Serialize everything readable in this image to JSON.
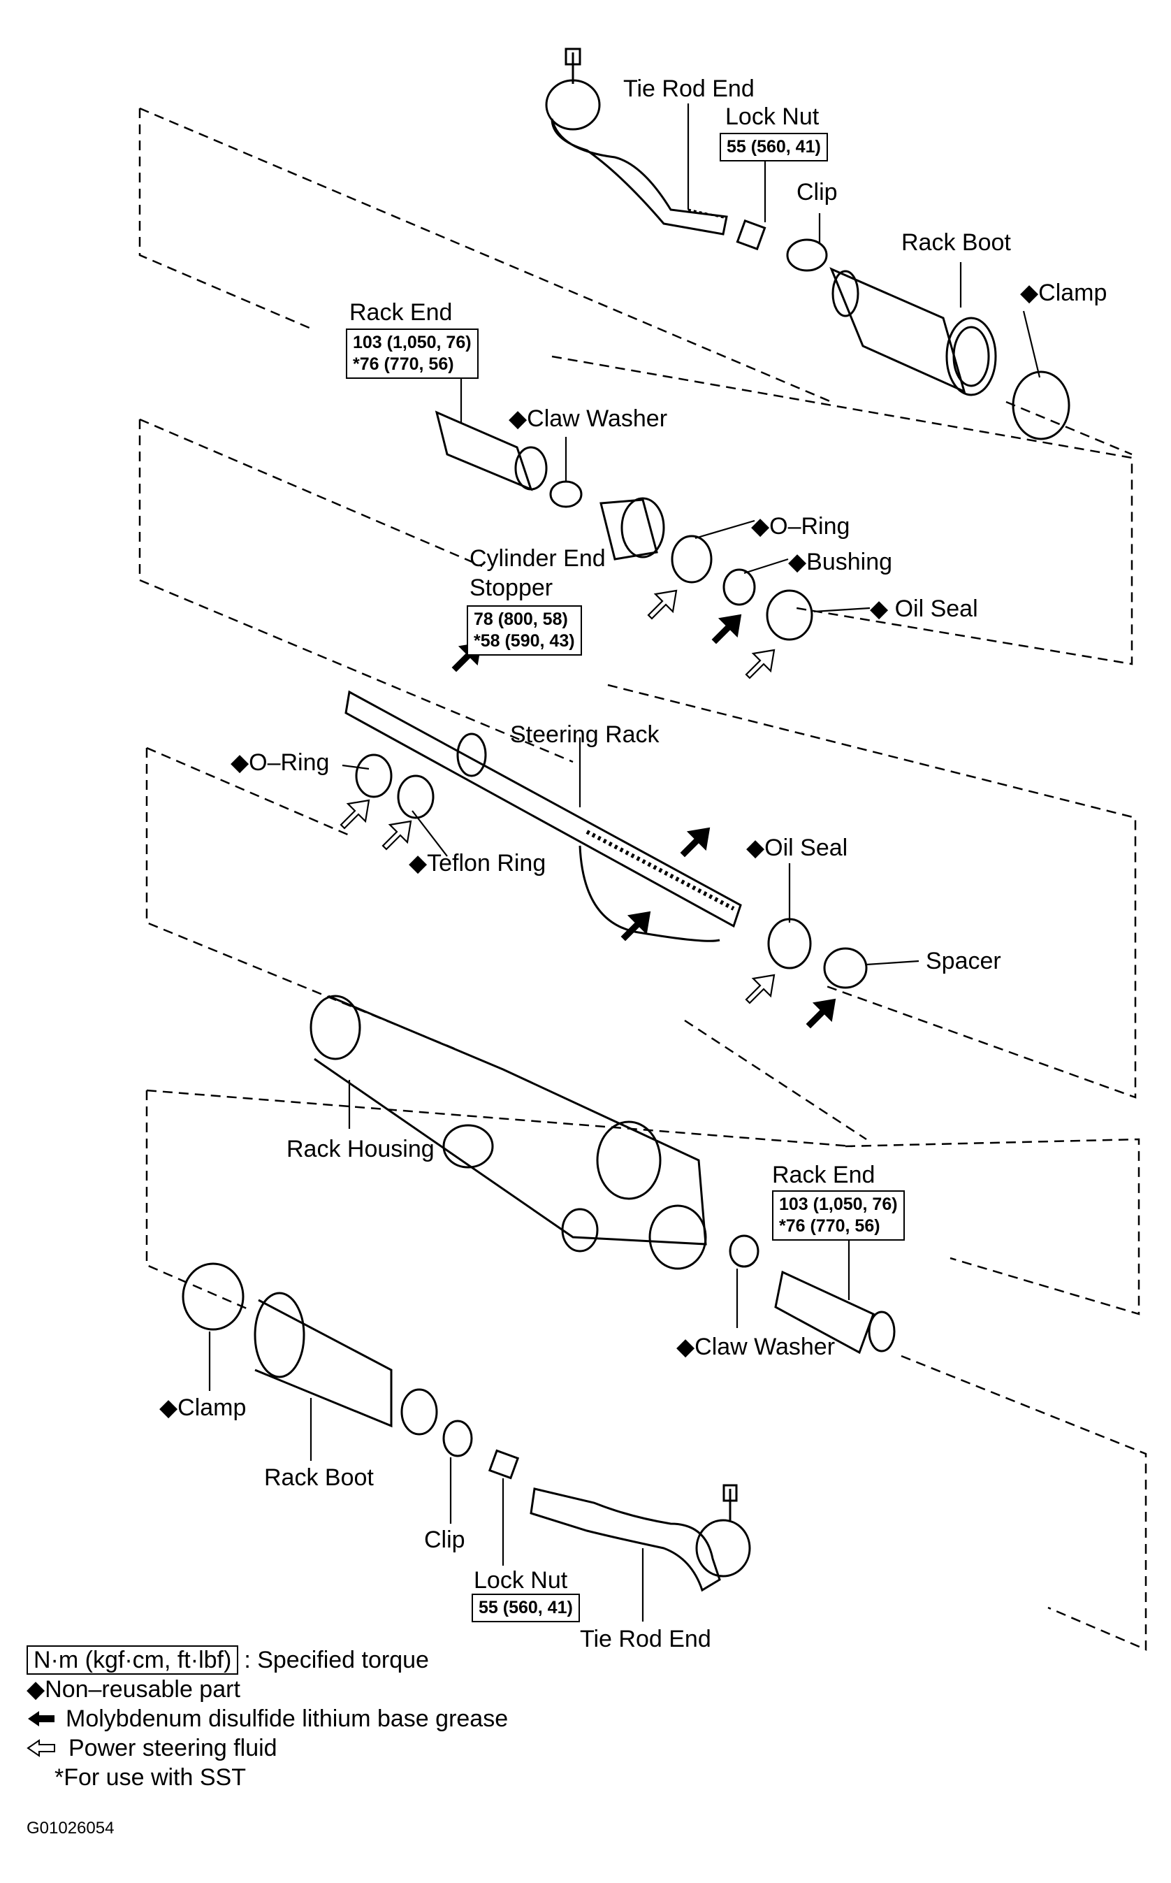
{
  "labels": {
    "tie_rod_end_top": "Tie Rod End",
    "lock_nut_top": "Lock Nut",
    "lock_nut_top_torque": "55 (560, 41)",
    "clip_top": "Clip",
    "rack_boot_top": "Rack Boot",
    "clamp_top": "◆Clamp",
    "rack_end_top": "Rack End",
    "rack_end_top_torque_1": "103 (1,050, 76)",
    "rack_end_top_torque_2": "*76 (770, 56)",
    "claw_washer_top": "◆Claw Washer",
    "o_ring_upper": "◆O–Ring",
    "cylinder_end_stopper_1": "Cylinder End",
    "cylinder_end_stopper_2": "Stopper",
    "cylinder_torque_1": "78 (800, 58)",
    "cylinder_torque_2": "*58 (590, 43)",
    "bushing": "◆Bushing",
    "oil_seal_upper": "◆ Oil Seal",
    "steering_rack": "Steering Rack",
    "o_ring_left": "◆O–Ring",
    "teflon_ring": "◆Teflon Ring",
    "oil_seal_lower": "◆Oil Seal",
    "spacer": "Spacer",
    "rack_housing": "Rack Housing",
    "rack_end_bottom": "Rack End",
    "rack_end_bottom_torque_1": "103 (1,050,  76)",
    "rack_end_bottom_torque_2": "*76 (770, 56)",
    "claw_washer_bottom": "◆Claw Washer",
    "clamp_bottom": "◆Clamp",
    "rack_boot_bottom": "Rack Boot",
    "clip_bottom": "Clip",
    "lock_nut_bottom": "Lock Nut",
    "lock_nut_bottom_torque": "55 (560, 41)",
    "tie_rod_end_bottom": "Tie Rod End"
  },
  "legend": {
    "unit_box": "N·m (kgf·cm, ft·lbf)",
    "unit_desc": ": Specified torque",
    "non_reusable": "◆Non–reusable part",
    "moly_grease": "Molybdenum disulfide lithium base grease",
    "ps_fluid": "Power steering fluid",
    "sst": "*For use with SST"
  },
  "figure_code": "G01026054"
}
